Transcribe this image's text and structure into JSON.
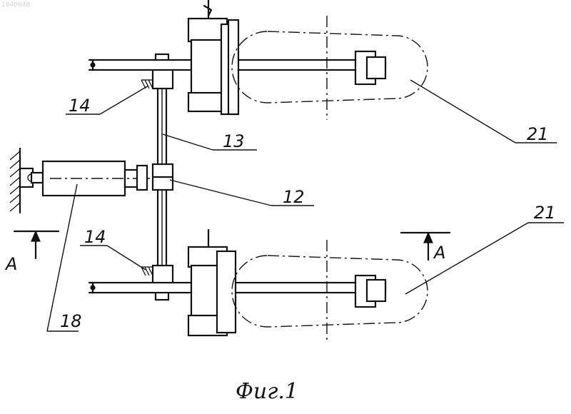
{
  "watermark": "1840648",
  "labels": {
    "l21_top": "21",
    "l13": "13",
    "l14_top": "14",
    "l12": "12",
    "l21_bottom": "21",
    "l14_bottom": "14",
    "l18": "18",
    "section_left": "A",
    "section_right": "A"
  },
  "caption": "Фиг.1"
}
